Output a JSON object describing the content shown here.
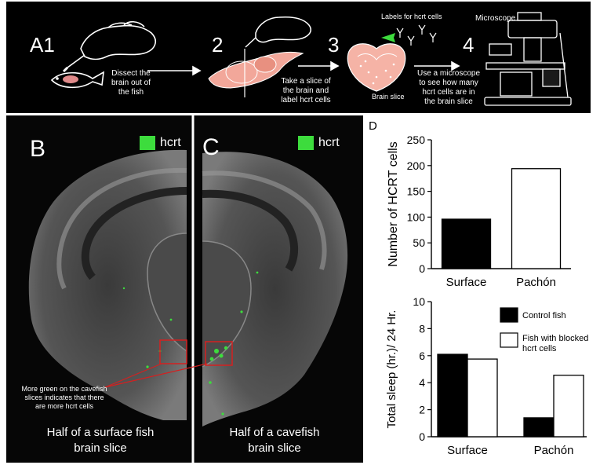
{
  "panel_a": {
    "label": "A1",
    "steps": [
      {
        "number": "2"
      },
      {
        "number": "3"
      },
      {
        "number": "4"
      }
    ],
    "captions": {
      "dissect": [
        "Dissect the",
        "brain out of",
        "the fish"
      ],
      "slice": [
        "Take a slice of",
        "the brain and",
        "label hcrt cells"
      ],
      "labels_for_hcrt": "Labels for hcrt cells",
      "brain_slice": "Brain slice",
      "microscope": "Microscope",
      "use_microscope": [
        "Use a microscope",
        "to see how many",
        "hcrt cells are in",
        "the brain slice"
      ]
    }
  },
  "panel_b": {
    "label": "B",
    "legend": "hcrt",
    "caption": [
      "Half of a surface fish",
      "brain slice"
    ],
    "annotation": [
      "More green on the cavefish",
      "slices indicates that there",
      "are more hcrt cells"
    ]
  },
  "panel_c": {
    "label": "C",
    "legend": "hcrt",
    "caption": [
      "Half of a cavefish",
      "brain slice"
    ]
  },
  "colors": {
    "hcrt_green": "#3ddc3d",
    "highlight_red": "#d42020",
    "bar_black": "#000000",
    "bar_white": "#ffffff"
  },
  "chart_data": [
    {
      "panel": "D",
      "type": "bar",
      "categories": [
        "Surface",
        "Pachón"
      ],
      "values": [
        96,
        194
      ],
      "ylabel": "Number of HCRT cells",
      "ylim": [
        0,
        250
      ],
      "yticks": [
        0,
        50,
        100,
        150,
        200,
        250
      ],
      "bar_fills": [
        "#000000",
        "#ffffff"
      ]
    },
    {
      "type": "bar",
      "categories": [
        "Surface",
        "Pachón"
      ],
      "ylabel": "Total sleep (hr.)/ 24  Hr.",
      "ylim": [
        0,
        10
      ],
      "yticks": [
        0,
        2,
        4,
        6,
        8,
        10
      ],
      "legend_position": "top-right",
      "series": [
        {
          "name": "Control fish",
          "values": [
            6.1,
            1.4
          ],
          "fill": "#000000"
        },
        {
          "name": "Fish with blocked hcrt cells",
          "values": [
            5.75,
            4.55
          ],
          "fill": "#ffffff"
        }
      ]
    }
  ]
}
